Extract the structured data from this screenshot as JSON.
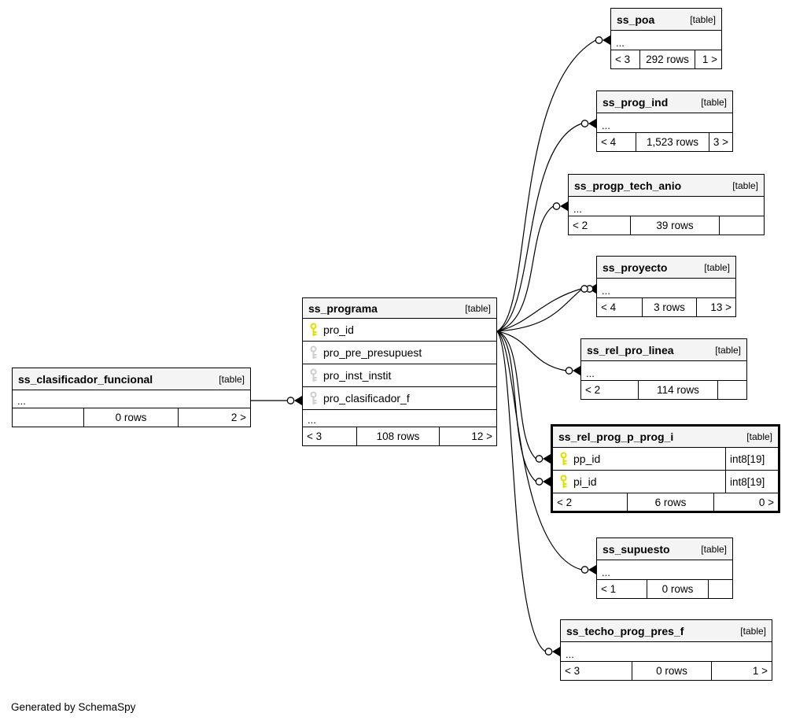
{
  "credit": "Generated by SchemaSpy",
  "badge_label": "[table]",
  "ellipsis": "...",
  "colors": {
    "header_bg": "#f4f4f4",
    "border": "#000000",
    "primary_key": "#e0e000",
    "foreign_key": "#cfcfcf",
    "background": "#ffffff"
  },
  "icons": {
    "primary_key": "key-icon-yellow",
    "foreign_key": "key-icon-gray",
    "child_end": "circle-and-arrowhead"
  },
  "tables": [
    {
      "name": "ss_poa",
      "badge": "[table]",
      "ellipsis": "...",
      "footer": {
        "left": "< 3",
        "center": "292 rows",
        "right": "1 >"
      }
    },
    {
      "name": "ss_prog_ind",
      "badge": "[table]",
      "ellipsis": "...",
      "footer": {
        "left": "< 4",
        "center": "1,523 rows",
        "right": "3 >"
      }
    },
    {
      "name": "ss_progp_tech_anio",
      "badge": "[table]",
      "ellipsis": "...",
      "footer": {
        "left": "< 2",
        "center": "39 rows",
        "right": ""
      }
    },
    {
      "name": "ss_proyecto",
      "badge": "[table]",
      "ellipsis": "...",
      "footer": {
        "left": "< 4",
        "center": "3 rows",
        "right": "13 >"
      }
    },
    {
      "name": "ss_rel_pro_linea",
      "badge": "[table]",
      "ellipsis": "...",
      "footer": {
        "left": "< 2",
        "center": "114 rows",
        "right": ""
      }
    },
    {
      "name": "ss_rel_prog_p_prog_i",
      "badge": "[table]",
      "columns": [
        {
          "name": "pp_id",
          "type": "int8[19]",
          "key": "primary"
        },
        {
          "name": "pi_id",
          "type": "int8[19]",
          "key": "primary"
        }
      ],
      "footer": {
        "left": "< 2",
        "center": "6 rows",
        "right": "0 >"
      }
    },
    {
      "name": "ss_supuesto",
      "badge": "[table]",
      "ellipsis": "...",
      "footer": {
        "left": "< 1",
        "center": "0 rows",
        "right": ""
      }
    },
    {
      "name": "ss_techo_prog_pres_f",
      "badge": "[table]",
      "ellipsis": "...",
      "footer": {
        "left": "< 3",
        "center": "0 rows",
        "right": "1 >"
      }
    },
    {
      "name": "ss_programa",
      "badge": "[table]",
      "columns": [
        {
          "name": "pro_id",
          "key": "primary"
        },
        {
          "name": "pro_pre_presupuest",
          "key": "foreign"
        },
        {
          "name": "pro_inst_instit",
          "key": "foreign"
        },
        {
          "name": "pro_clasificador_f",
          "key": "foreign"
        }
      ],
      "ellipsis": "...",
      "footer": {
        "left": "< 3",
        "center": "108 rows",
        "right": "12 >"
      }
    },
    {
      "name": "ss_clasificador_funcional",
      "badge": "[table]",
      "ellipsis": "...",
      "footer": {
        "left": "",
        "center": "0 rows",
        "right": "2 >"
      }
    }
  ]
}
